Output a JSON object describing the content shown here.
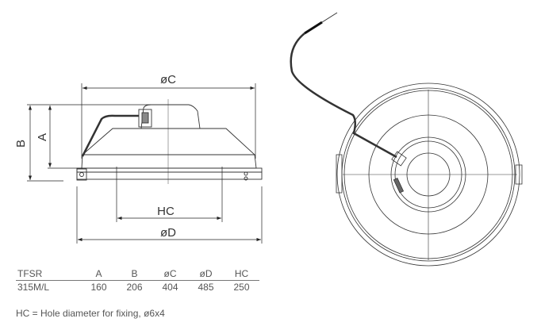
{
  "drawing": {
    "dim_labels": {
      "c": "øC",
      "a": "A",
      "b": "B",
      "hc": "HC",
      "d": "øD"
    }
  },
  "table": {
    "headers": [
      "TFSR",
      "A",
      "B",
      "øC",
      "øD",
      "HC"
    ],
    "rows": [
      [
        "315M/L",
        "160",
        "206",
        "404",
        "485",
        "250"
      ]
    ]
  },
  "note": "HC = Hole diameter for fixing, ø6x4"
}
